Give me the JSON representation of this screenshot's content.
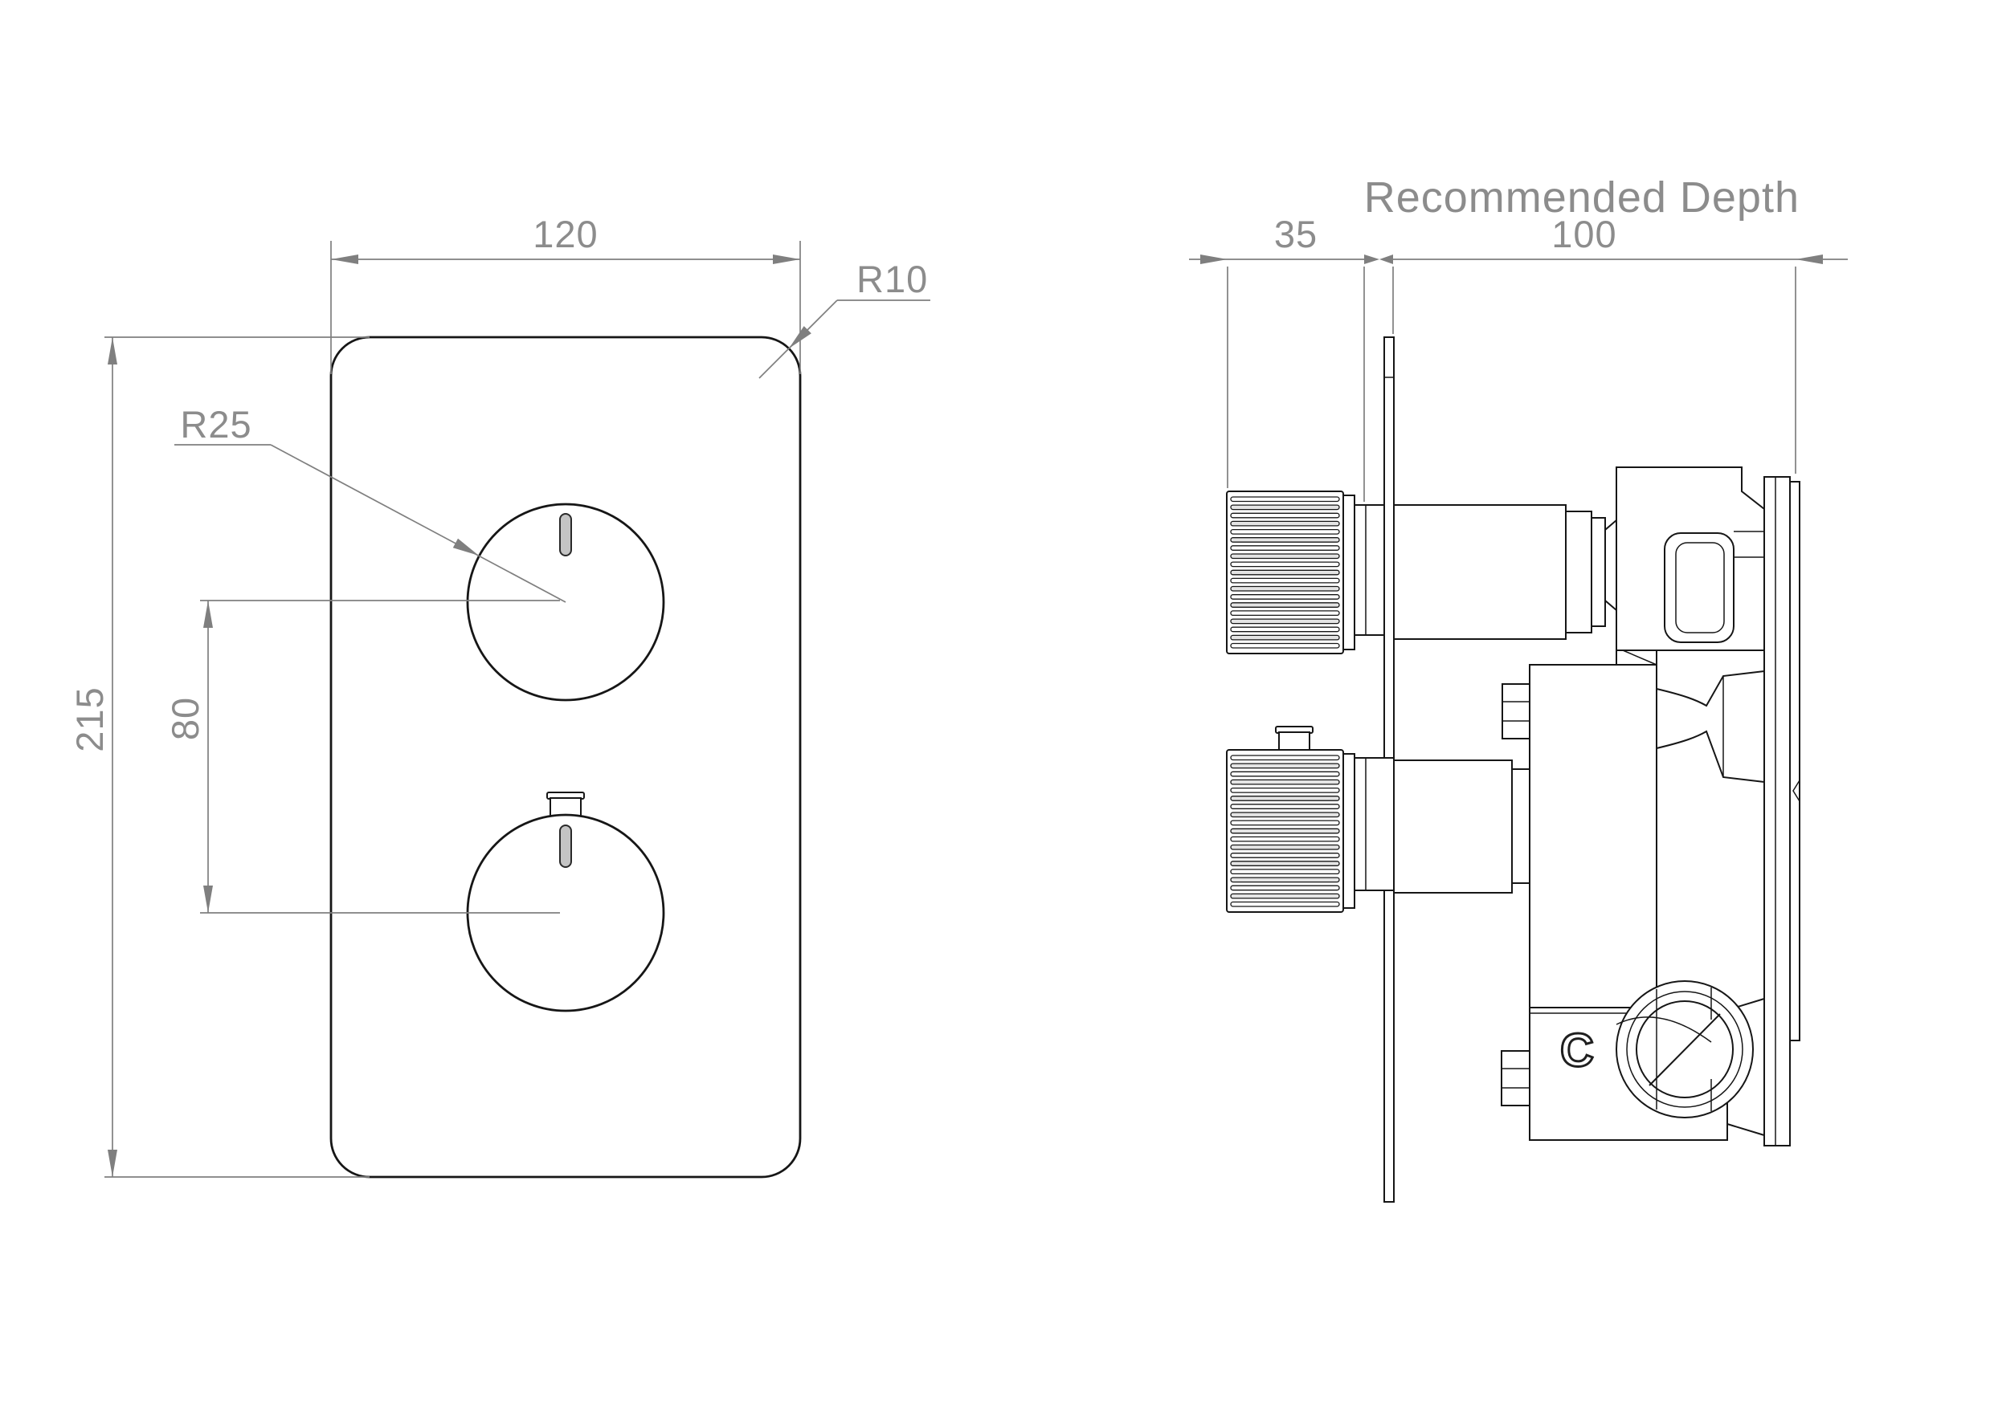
{
  "front_view": {
    "width": "120",
    "height": "215",
    "knob_spacing": "80",
    "knob_radius": "R25",
    "corner_radius": "R10"
  },
  "side_view": {
    "depth_title": "Recommended Depth",
    "knob_protrusion": "35",
    "recommended_depth": "100",
    "cold_marking": "C"
  },
  "colors": {
    "outline": "#161616",
    "dimension": "#7f7f7f",
    "dimension_text": "#8c8c8c",
    "slot_fill": "#c4c4c4",
    "background": "#ffffff"
  }
}
